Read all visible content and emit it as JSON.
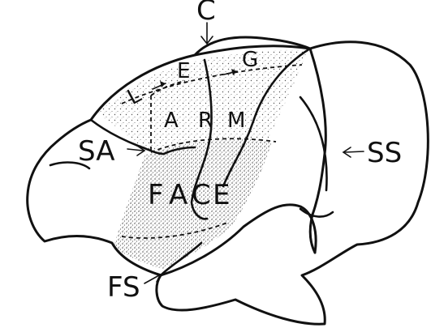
{
  "labels": {
    "c": "C",
    "l": "L",
    "e": "E",
    "g": "G",
    "arm": [
      "A",
      "R",
      "M"
    ],
    "sa": "SA",
    "ss": "SS",
    "face": [
      "F",
      "A",
      "C",
      "E"
    ],
    "fs": "FS"
  },
  "colors": {
    "ink": "#111111",
    "stipple": "#555555",
    "background": "#ffffff"
  }
}
